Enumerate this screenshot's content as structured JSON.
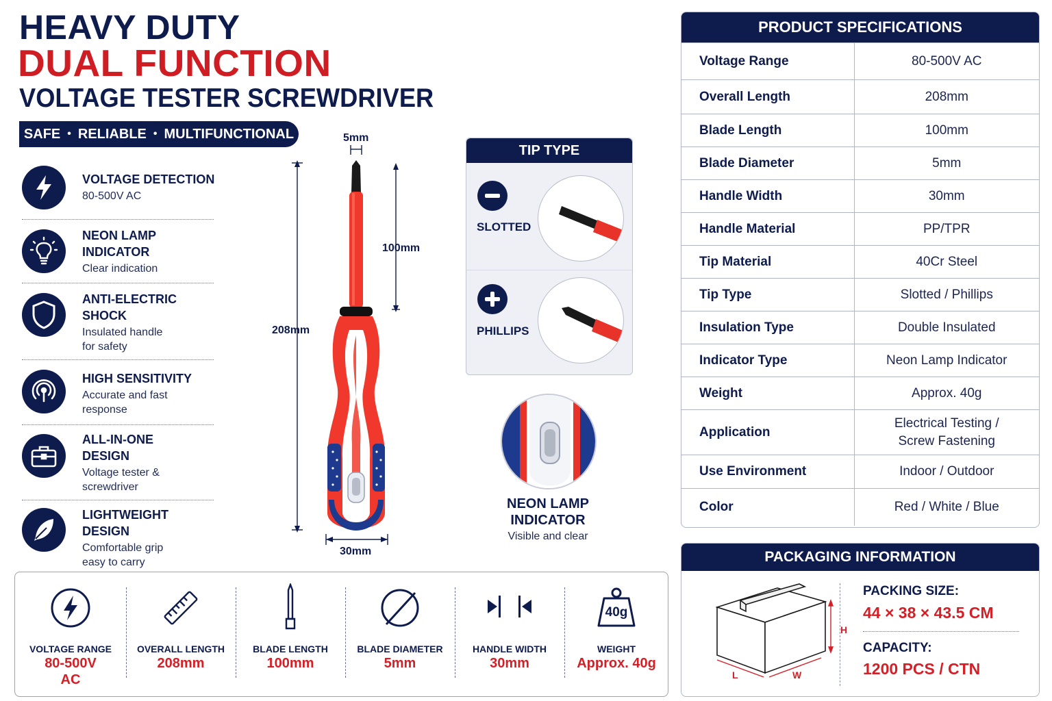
{
  "title": {
    "line1": "HEAVY DUTY",
    "line2": "DUAL FUNCTION",
    "line3": "VOLTAGE TESTER SCREWDRIVER",
    "tagline": [
      "SAFE",
      "RELIABLE",
      "MULTIFUNCTIONAL"
    ],
    "tagline_sep": "•"
  },
  "features": [
    {
      "icon": "lightning-icon",
      "title": "VOLTAGE DETECTION",
      "desc": "80-500V AC"
    },
    {
      "icon": "lightbulb-icon",
      "title": "NEON LAMP\nINDICATOR",
      "desc": "Clear indication"
    },
    {
      "icon": "shield-icon",
      "title": "ANTI-ELECTRIC\nSHOCK",
      "desc": "Insulated handle\nfor safety"
    },
    {
      "icon": "signal-icon",
      "title": "HIGH SENSITIVITY",
      "desc": "Accurate and fast\nresponse"
    },
    {
      "icon": "toolbox-icon",
      "title": "ALL-IN-ONE\nDESIGN",
      "desc": "Voltage tester &\nscrewdriver"
    },
    {
      "icon": "feather-icon",
      "title": "LIGHTWEIGHT\nDESIGN",
      "desc": "Comfortable grip\neasy to carry"
    }
  ],
  "dimensions": {
    "tip_width": "5mm",
    "blade_length": "100mm",
    "overall_length": "208mm",
    "handle_width": "30mm"
  },
  "tip_type": {
    "header": "TIP TYPE",
    "slotted": "SLOTTED",
    "phillips": "PHILLIPS"
  },
  "neon_lamp": {
    "title": "NEON LAMP\nINDICATOR",
    "subtitle": "Visible and clear"
  },
  "specs": {
    "header": "PRODUCT SPECIFICATIONS",
    "rows": [
      {
        "k": "Voltage Range",
        "v": "80-500V AC"
      },
      {
        "k": "Overall Length",
        "v": "208mm"
      },
      {
        "k": "Blade Length",
        "v": "100mm"
      },
      {
        "k": "Blade Diameter",
        "v": "5mm"
      },
      {
        "k": "Handle Width",
        "v": "30mm"
      },
      {
        "k": "Handle Material",
        "v": "PP/TPR"
      },
      {
        "k": "Tip Material",
        "v": "40Cr Steel"
      },
      {
        "k": "Tip Type",
        "v": "Slotted / Phillips"
      },
      {
        "k": "Insulation Type",
        "v": "Double Insulated"
      },
      {
        "k": "Indicator Type",
        "v": "Neon Lamp Indicator"
      },
      {
        "k": "Weight",
        "v": "Approx. 40g"
      },
      {
        "k": "Application",
        "v": "Electrical Testing /\nScrew Fastening"
      },
      {
        "k": "Use Environment",
        "v": "Indoor / Outdoor"
      },
      {
        "k": "Color",
        "v": "Red / White / Blue"
      }
    ]
  },
  "packaging": {
    "header": "PACKAGING INFORMATION",
    "size_label": "PACKING SIZE:",
    "size_value": "44 × 38 × 43.5 CM",
    "capacity_label": "CAPACITY:",
    "capacity_value": "1200 PCS / CTN",
    "box_labels": {
      "h": "H",
      "l": "L",
      "w": "W"
    }
  },
  "strip": [
    {
      "icon": "lightning-icon",
      "label": "VOLTAGE RANGE",
      "value": "80-500V\nAC"
    },
    {
      "icon": "ruler-icon",
      "label": "OVERALL LENGTH",
      "value": "208mm"
    },
    {
      "icon": "blade-icon",
      "label": "BLADE LENGTH",
      "value": "100mm"
    },
    {
      "icon": "diameter-icon",
      "label": "BLADE DIAMETER",
      "value": "5mm"
    },
    {
      "icon": "width-arrows-icon",
      "label": "HANDLE WIDTH",
      "value": "30mm"
    },
    {
      "icon": "weight-icon",
      "label": "WEIGHT",
      "value": "Approx. 40g",
      "icon_text": "40g"
    }
  ],
  "colors": {
    "navy": "#0e1b4d",
    "red": "#d51f26",
    "handle_red": "#f0392c",
    "handle_blue": "#1d3a8f"
  }
}
